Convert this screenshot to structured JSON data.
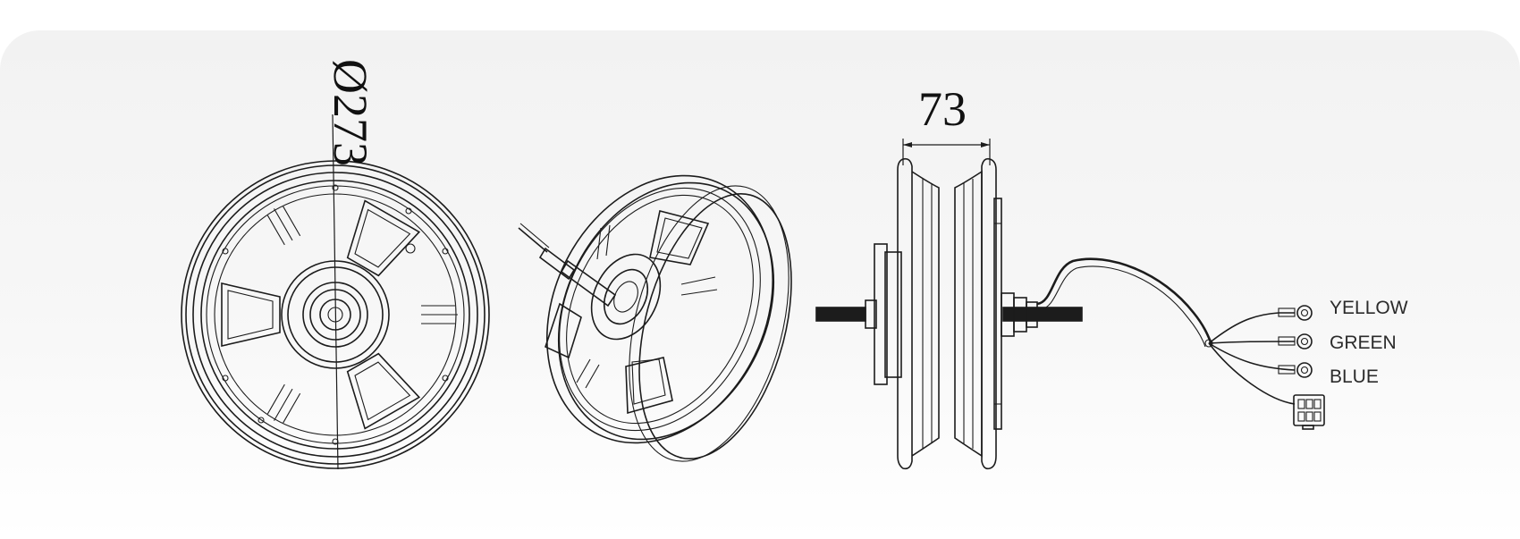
{
  "dimensions": {
    "diameter_label": "Ø273",
    "width_label": "73"
  },
  "wires": {
    "labels": [
      "YELLOW",
      "GREEN",
      "BLUE"
    ]
  },
  "colors": {
    "line": "#1c1c1c",
    "background_top": "#f2f2f2",
    "background_bottom": "#ffffff"
  }
}
